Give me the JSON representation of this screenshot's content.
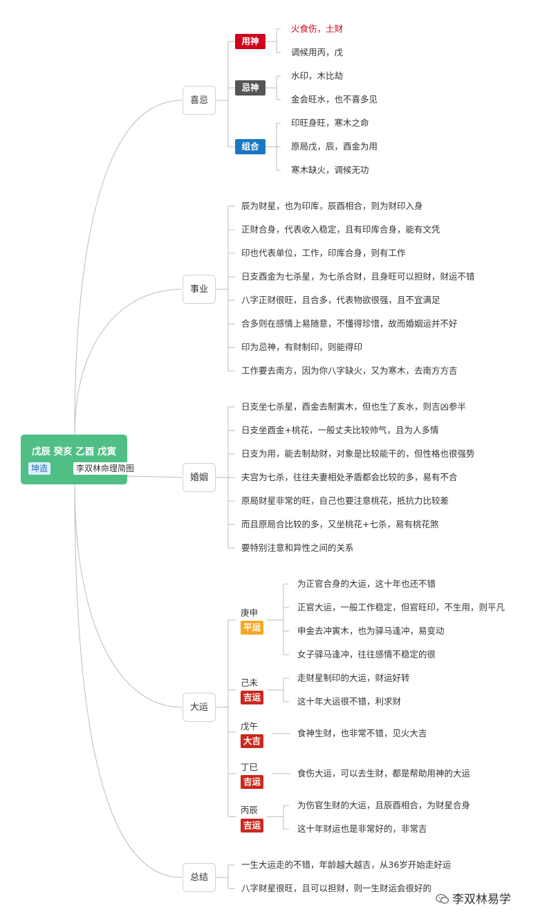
{
  "root": {
    "title": "戊辰 癸亥 乙酉 戊寅",
    "tag1": "坤造",
    "tag2": "李双林命理简图"
  },
  "categories": {
    "xiji": "喜忌",
    "shiye": "事业",
    "hunyin": "婚姻",
    "dayun": "大运",
    "zongjie": "总结"
  },
  "xiji": {
    "yongshen": {
      "label": "用神",
      "color": "#d0021b",
      "items": [
        "火食伤，土财",
        "调候用丙，戊"
      ]
    },
    "jishen": {
      "label": "忌神",
      "color": "#555555",
      "items": [
        "水印，木比劫",
        "金会旺水，也不喜多见"
      ]
    },
    "zuhe": {
      "label": "组合",
      "color": "#1a78c2",
      "items": [
        "印旺身旺，寒木之命",
        "原局戊，辰，酉金为用",
        "寒木缺火，调候无功"
      ]
    }
  },
  "shiye": {
    "items": [
      "辰为财星，也为印库，辰酉相合，则为财印入身",
      "正财合身，代表收入稳定，且有印库合身，能有文凭",
      "印也代表单位，工作，印库合身，则有工作",
      "日支酉金为七杀星，为七杀合财，且身旺可以担财，财运不错",
      "八字正财很旺，且合多，代表物欲很强，且不宜满足",
      "合多则在感情上易随意，不懂得珍惜，故而婚姻运并不好",
      "印为忌神，有财制印，则能得印",
      "工作要去南方，因为你八字缺火，又为寒木，去南方方吉"
    ]
  },
  "hunyin": {
    "items": [
      "日支坐七杀星，酉金去制寅木，但也生了亥水，则吉凶参半",
      "日支坐酉金+桃花，一般丈夫比较帅气，且为人多情",
      "日支为用，能去制劫财，对象是比较能干的，但性格也很强势",
      "夫宫为七杀，往往夫妻相处矛盾都会比较的多，易有不合",
      "原局财星非常的旺，自己也要注意桃花，抵抗力比较差",
      "而且原局合比较的多，又坐桃花+七杀，易有桃花煞",
      "要特别注意和异性之间的关系"
    ]
  },
  "dayun": {
    "gengshen": {
      "name": "庚申",
      "badge": "平运",
      "color": "#f5a623",
      "items": [
        "为正官合身的大运，这十年也还不错",
        "正官大运，一般工作稳定，但官旺印，不生用，则平凡",
        "申金去冲寅木，也为驿马逢冲，易变动",
        "女子驿马逢冲，往往感情不稳定的很"
      ]
    },
    "jiwei": {
      "name": "己未",
      "badge": "吉运",
      "color": "#c9291e",
      "items": [
        "走财星制印的大运，财运好转",
        "这十年大运很不错，利求财"
      ]
    },
    "wuwu": {
      "name": "戊午",
      "badge": "大吉",
      "color": "#c9291e",
      "items": [
        "食神生财，也非常不错，见火大吉"
      ]
    },
    "dingsi": {
      "name": "丁巳",
      "badge": "吉运",
      "color": "#c9291e",
      "items": [
        "食伤大运，可以去生财，都是帮助用神的大运"
      ]
    },
    "bingchen": {
      "name": "丙辰",
      "badge": "吉运",
      "color": "#c9291e",
      "items": [
        "为伤官生财的大运，且辰酉相合，为财星合身",
        "这十年财运也是非常好的，非常吉"
      ]
    }
  },
  "zongjie": {
    "items": [
      "一生大运走的不错，年龄越大越吉，从36岁开始走好运",
      "八字财星很旺，且可以担财，则一生财运会很好的"
    ]
  },
  "watermark": "李双林易学",
  "colors": {
    "root_bg": "#4fbf86",
    "line": "#bbbbbb"
  }
}
